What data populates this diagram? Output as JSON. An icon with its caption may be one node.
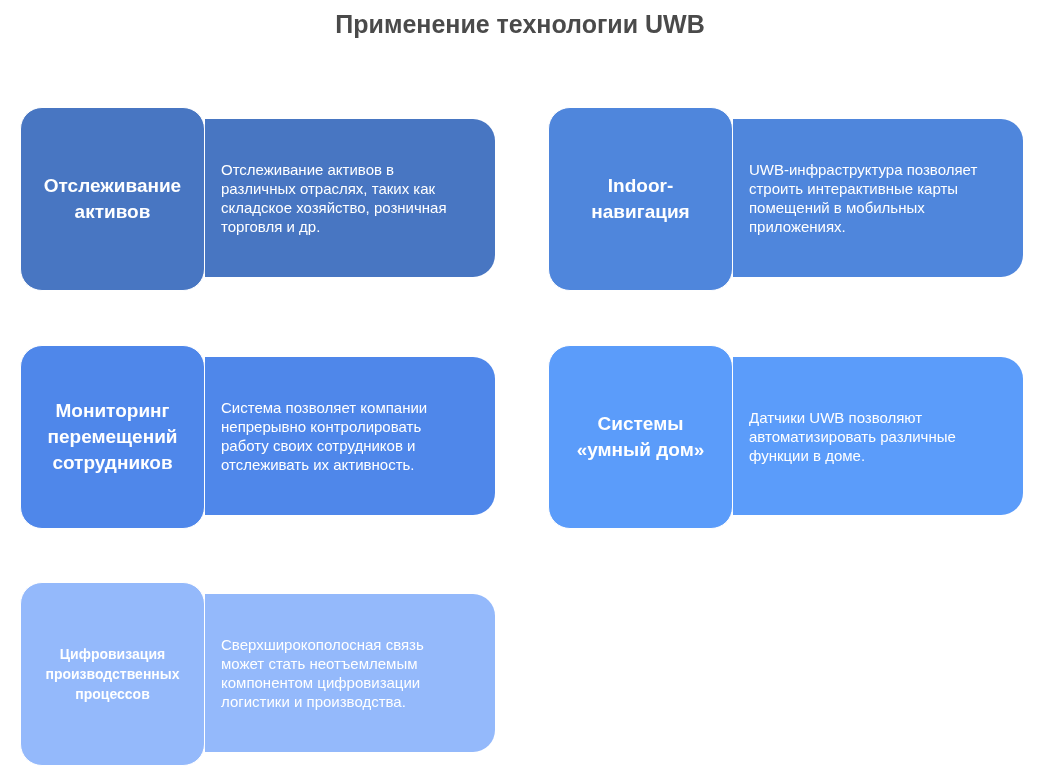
{
  "diagram": {
    "title": "Применение технологии UWB",
    "nodes": [
      {
        "text": [
          "Отслеживание активов"
        ]
      },
      {
        "text": [
          "Отслеживание активов в различных отраслях, таких как складское хозяйство, розничная торговля и др."
        ]
      },
      {
        "text": [
          "Indoor-навигация"
        ]
      },
      {
        "text": [
          "UWB-инфраструктура позволяет строить интерактивные карты помещений в мобильных приложениях."
        ]
      },
      {
        "text": [
          "Мониторинг перемещений сотрудников"
        ]
      },
      {
        "text": [
          "Система позволяет компании непрерывно контролировать работу своих сотрудников и отслеживать их активность."
        ]
      },
      {
        "text": [
          "Системы «умный дом»"
        ]
      },
      {
        "text": [
          "Датчики UWB позволяют автоматизировать различные функции в доме."
        ]
      },
      {
        "text": [
          "Цифровизация производственных процессов"
        ]
      },
      {
        "text": [
          "Сверхширокополосная связь может стать неотъемлемым компонентом цифровизации логистики и производства."
        ]
      }
    ],
    "edges": []
  }
}
